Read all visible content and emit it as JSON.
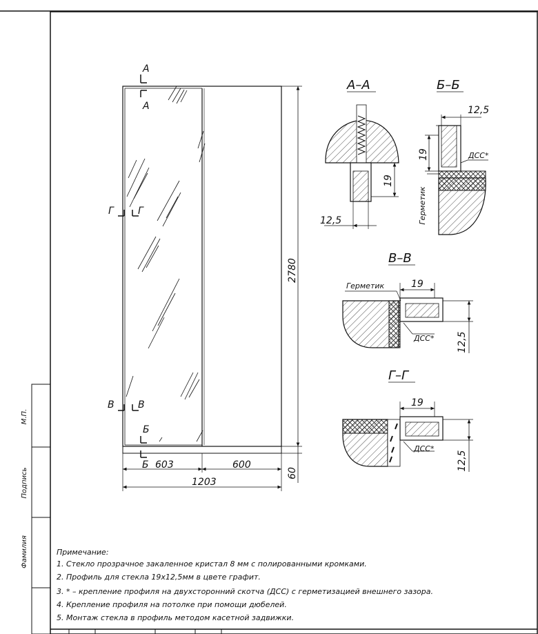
{
  "side_stamp": {
    "mp": "М.П.",
    "signature": "Подпись",
    "surname": "Фамилия"
  },
  "front_view": {
    "cut_a": "А",
    "cut_b": "Б",
    "cut_v": "В",
    "cut_g": "Г",
    "dim_width_total": "1203",
    "dim_width_left": "603",
    "dim_width_right": "600",
    "dim_height": "2780",
    "dim_bottom": "60"
  },
  "section_aa": {
    "title": "А–А",
    "dim_width": "12,5",
    "dim_height": "19"
  },
  "section_bb": {
    "title": "Б–Б",
    "dim_width": "12,5",
    "dim_height": "19",
    "tape": "ДСС*",
    "sealant": "Герметик"
  },
  "section_vv": {
    "title": "В–В",
    "sealant": "Герметик",
    "dim_width": "19",
    "dim_height": "12,5",
    "tape": "ДСС*"
  },
  "section_gg": {
    "title": "Г–Г",
    "dim_width": "19",
    "dim_height": "12,5",
    "tape": "ДСС*"
  },
  "notes": {
    "heading": "Примечание:",
    "items": [
      "1. Стекло прозрачное закаленное кристал 8 мм с полированными кромками.",
      "2. Профиль для стекла 19х12,5мм в цвете графит.",
      "3. * – крепление профиля на двухсторонний скотча (ДСС) с герметизацией внешнего зазора.",
      "4. Крепление профиля на потолке при помощи дюбелей.",
      "5. Монтаж стекла в профиль методом касетной задвижки."
    ]
  }
}
